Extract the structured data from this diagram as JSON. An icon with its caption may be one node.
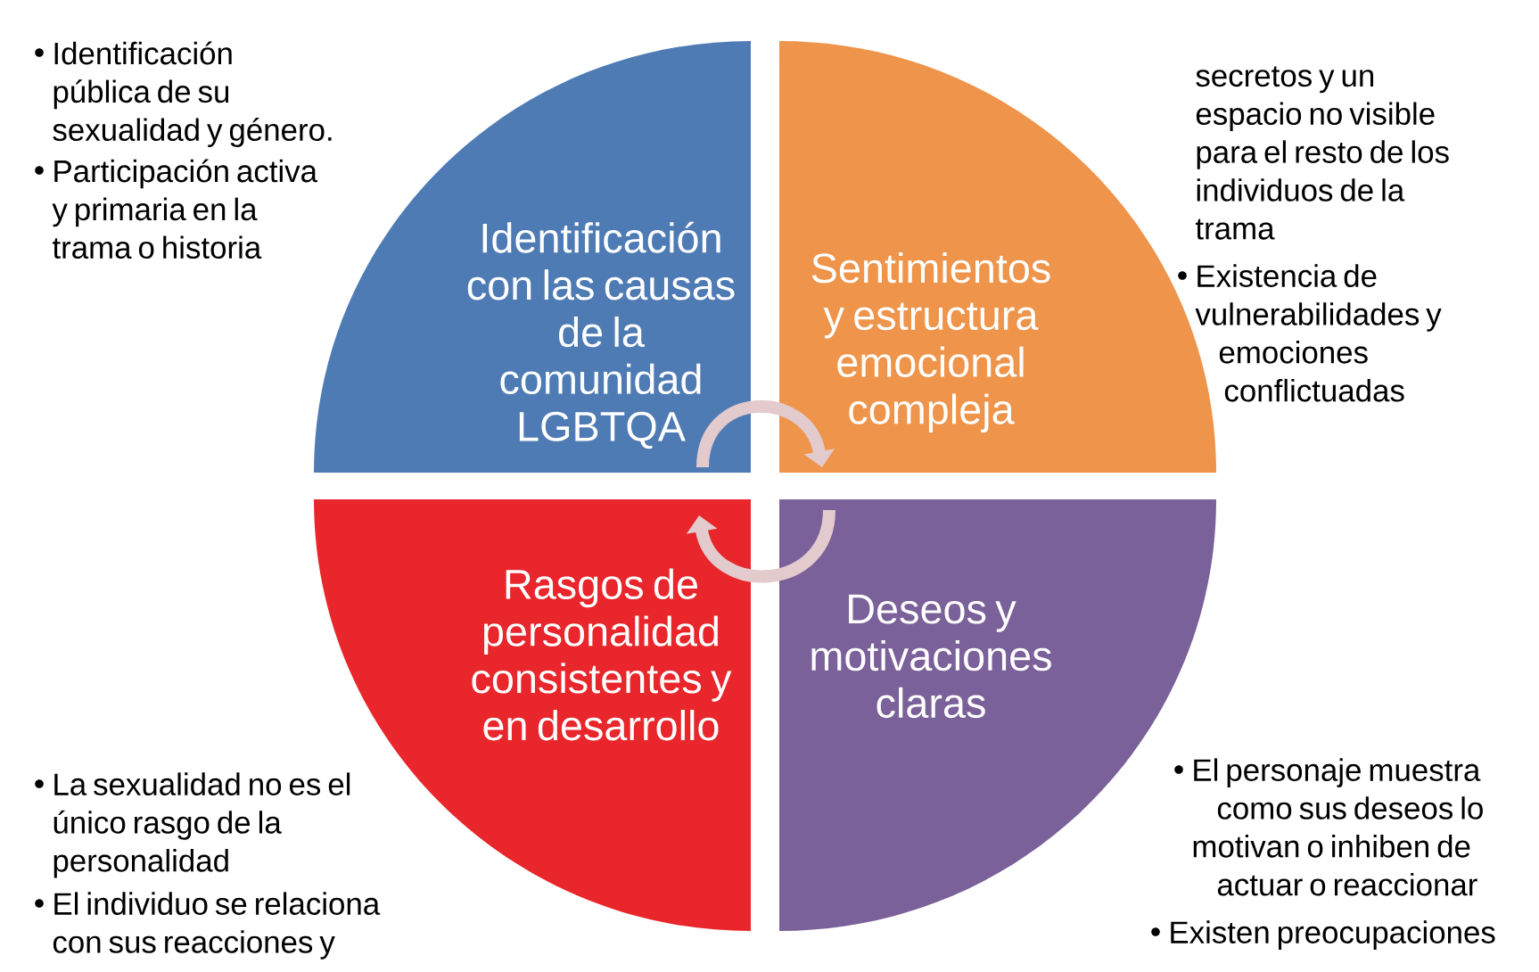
{
  "diagram": {
    "nodes": [
      {
        "text": [
          "Identificación con las causas de la comunidad LGBTQA"
        ],
        "beside": [
          "Identificación pública de su sexualidad y género.",
          "Participación activa y primaria en la trama o historia"
        ]
      },
      {
        "text": [
          "Sentimientos y estructura emocional compleja"
        ],
        "beside": [
          "secretos y un espacio no visible para el resto de los individuos de la trama",
          "Existencia de vulnerabilidades y emociones conflictuadas"
        ]
      },
      {
        "text": [
          "Rasgos de personalidad consistentes y en desarrollo"
        ],
        "beside": [
          "La sexualidad no es el único rasgo de la personalidad",
          "El individuo se relaciona con sus reacciones y"
        ]
      },
      {
        "text": [
          "Deseos y motivaciones claras"
        ],
        "beside": [
          "El personaje muestra como sus deseos lo motivan o inhiben de actuar o reaccionar",
          "Existen preocupaciones"
        ]
      }
    ],
    "edges": [
      {
        "from": 0,
        "to": 1,
        "arrow": "to"
      },
      {
        "from": 3,
        "to": 2,
        "arrow": "to"
      }
    ]
  }
}
